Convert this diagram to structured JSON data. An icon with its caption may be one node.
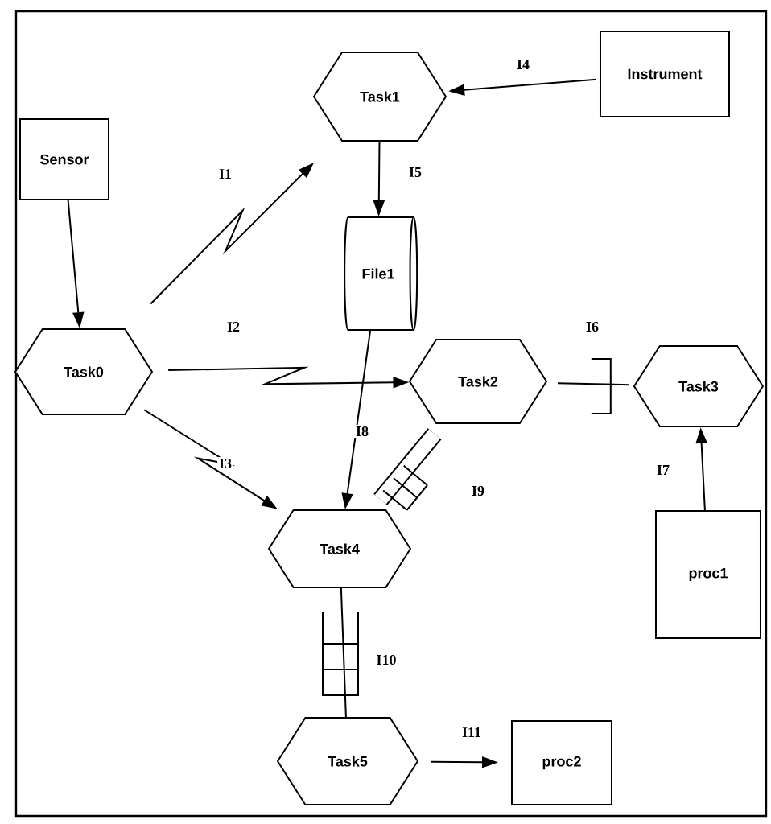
{
  "diagram": {
    "nodes": [
      {
        "text": [
          "Sensor"
        ]
      },
      {
        "text": [
          "Task1"
        ]
      },
      {
        "text": [
          "Instrument"
        ]
      },
      {
        "text": [
          "File1"
        ]
      },
      {
        "text": [
          "Task0"
        ]
      },
      {
        "text": [
          "Task2"
        ]
      },
      {
        "text": [
          "Task3"
        ]
      },
      {
        "text": [
          "Task4"
        ]
      },
      {
        "text": [
          "proc1"
        ]
      },
      {
        "text": [
          "Task5"
        ]
      },
      {
        "text": [
          "proc2"
        ]
      }
    ],
    "edges": [
      {
        "from": 0,
        "to": 4,
        "arrow": "to"
      },
      {
        "from": 4,
        "to": 1,
        "arrow": "to",
        "label": "I1"
      },
      {
        "from": 2,
        "to": 1,
        "arrow": "to",
        "label": "I4"
      },
      {
        "from": 1,
        "to": 3,
        "arrow": "to",
        "label": "I5"
      },
      {
        "from": 4,
        "to": 5,
        "arrow": "to",
        "label": "I2"
      },
      {
        "from": 4,
        "to": 7,
        "arrow": "to",
        "label": "I3"
      },
      {
        "from": 3,
        "to": 7,
        "arrow": "to",
        "label": "I8"
      },
      {
        "from": 5,
        "to": 6,
        "arrow": "none",
        "label": "I6"
      },
      {
        "from": 8,
        "to": 6,
        "arrow": "to",
        "label": "I7"
      },
      {
        "from": 5,
        "to": 7,
        "arrow": "none",
        "label": "I9"
      },
      {
        "from": 7,
        "to": 9,
        "arrow": "none",
        "label": "I10"
      },
      {
        "from": 9,
        "to": 10,
        "arrow": "to",
        "label": "I11"
      }
    ]
  }
}
